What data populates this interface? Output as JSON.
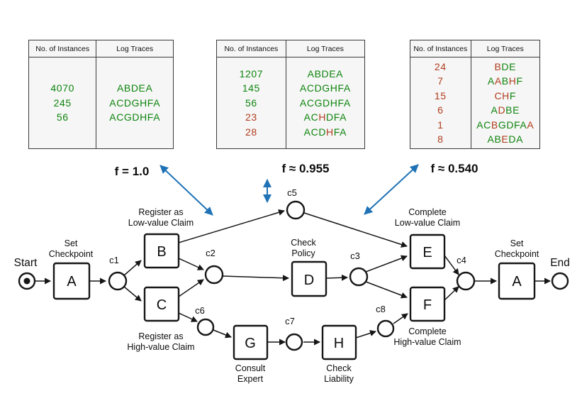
{
  "colors": {
    "green": "#0e840e",
    "red": "#b03c1e",
    "blue": "#1f72b5",
    "line": "#161616",
    "table_bg": "#f6f6f6"
  },
  "tables": [
    {
      "headers": [
        "No. of Instances",
        "Log Traces"
      ],
      "rows": [
        {
          "n": "4070",
          "t": [
            "ABDEA"
          ]
        },
        {
          "n": "245",
          "t": [
            "ACDGHFA"
          ]
        },
        {
          "n": "56",
          "t": [
            "ACGDHFA"
          ]
        }
      ]
    },
    {
      "headers": [
        "No. of Instances",
        "Log Traces"
      ],
      "rows": [
        {
          "n": "1207",
          "t": [
            "ABDEA"
          ]
        },
        {
          "n": "145",
          "t": [
            "ACDGHFA"
          ]
        },
        {
          "n": "56",
          "t": [
            "ACGDHFA"
          ]
        },
        {
          "n": "23",
          "t": [
            "AC",
            "H",
            "DFA"
          ]
        },
        {
          "n": "28",
          "t": [
            "ACD",
            "H",
            "FA"
          ]
        }
      ]
    },
    {
      "headers": [
        "No. of Instances",
        "Log Traces"
      ],
      "rows": [
        {
          "n": "24",
          "t": [
            "",
            "B",
            "DE"
          ]
        },
        {
          "n": "7",
          "t": [
            "A",
            "A",
            "B",
            "H",
            "F"
          ]
        },
        {
          "n": "15",
          "t": [
            "",
            "CH",
            "F"
          ]
        },
        {
          "n": "6",
          "t": [
            "A",
            "D",
            "BE"
          ]
        },
        {
          "n": "1",
          "t": [
            "AC",
            "B",
            "GDFA",
            "A"
          ]
        },
        {
          "n": "8",
          "t": [
            "AB",
            "E",
            "DA"
          ]
        }
      ]
    }
  ],
  "fitness": [
    {
      "label": "f = 1.0"
    },
    {
      "label": "f ≈ 0.955"
    },
    {
      "label": "f ≈ 0.540"
    }
  ],
  "net": {
    "start_label": "Start",
    "end_label": "End",
    "place_labels": {
      "c1": "c1",
      "c2": "c2",
      "c3": "c3",
      "c4": "c4",
      "c5": "c5",
      "c6": "c6",
      "c7": "c7",
      "c8": "c8"
    },
    "transitions": {
      "a1": {
        "letter": "A",
        "line1": "Set",
        "line2": "Checkpoint"
      },
      "b": {
        "letter": "B",
        "line1": "Register as",
        "line2": "Low-value Claim"
      },
      "c": {
        "letter": "C",
        "line1": "Register as",
        "line2": "High-value Claim"
      },
      "d": {
        "letter": "D",
        "line1": "Check",
        "line2": "Policy"
      },
      "e": {
        "letter": "E",
        "line1": "Complete",
        "line2": "Low-value Claim"
      },
      "f": {
        "letter": "F",
        "line1": "Complete",
        "line2": "High-value Claim"
      },
      "g": {
        "letter": "G",
        "line1": "Consult",
        "line2": "Expert"
      },
      "h": {
        "letter": "H",
        "line1": "Check",
        "line2": "Liability"
      },
      "a2": {
        "letter": "A",
        "line1": "Set",
        "line2": "Checkpoint"
      }
    }
  }
}
